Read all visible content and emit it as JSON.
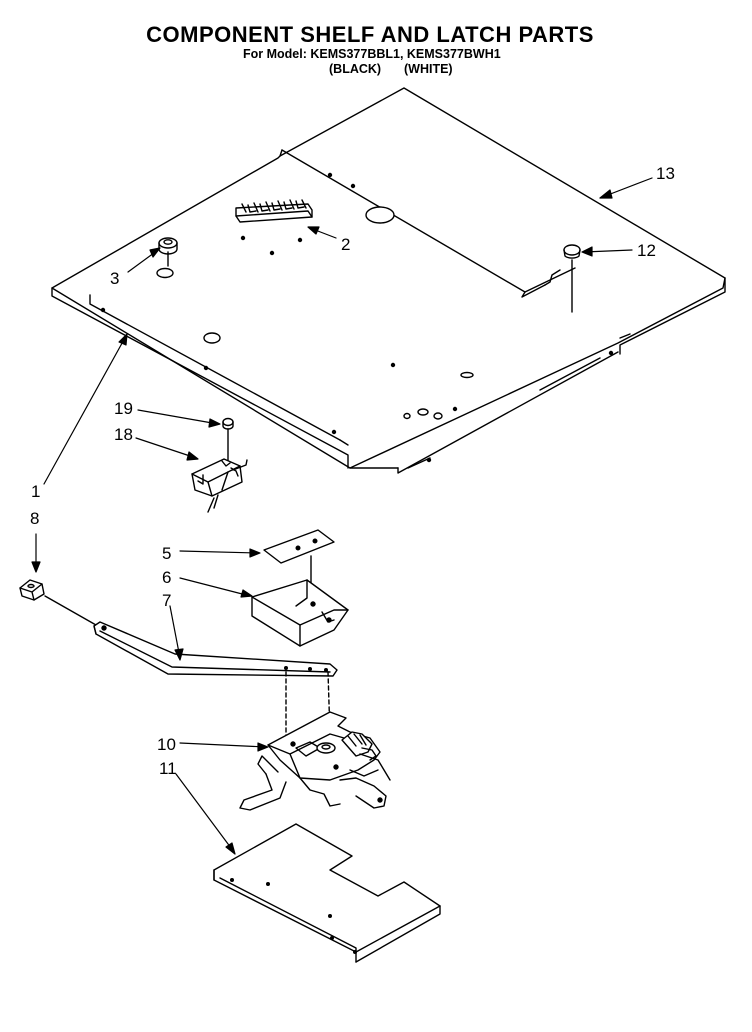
{
  "header": {
    "title": "COMPONENT SHELF AND LATCH PARTS",
    "model_line": "For Model: KEMS377BBL1, KEMS377BWH1",
    "variant_black": "(BLACK)",
    "variant_white": "(WHITE)"
  },
  "callouts": [
    "13",
    "2",
    "12",
    "3",
    "1",
    "19",
    "18",
    "8",
    "5",
    "6",
    "7",
    "10",
    "11"
  ]
}
